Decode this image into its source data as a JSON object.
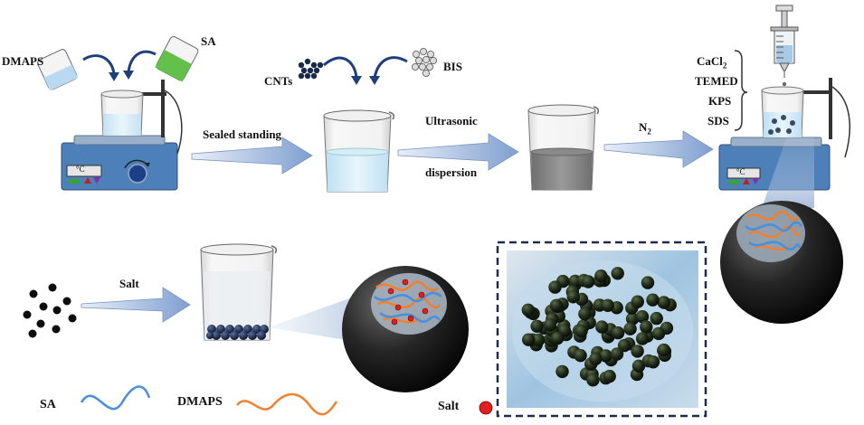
{
  "labels": {
    "dmaps": "DMAPS",
    "sa": "SA",
    "cnts": "CNTs",
    "bis": "BIS",
    "sealed_standing": "Sealed standing",
    "ultrasonic": "Ultrasonic",
    "dispersion": "dispersion",
    "n2_base": "N",
    "n2_sub": "2",
    "cacl2_base": "CaCl",
    "cacl2_sub": "2",
    "temed": "TEMED",
    "kps": "KPS",
    "sds": "SDS",
    "salt_arrow": "Salt",
    "hotplate_display": "°C"
  },
  "legend": {
    "sa": "SA",
    "dmaps": "DMAPS",
    "salt": "Salt"
  },
  "colors": {
    "sa_line": "#4a90d9",
    "dmaps_line": "#f08030",
    "salt_dot": "#e02020",
    "arrow_fill": "#9fb6dc",
    "hotplate_blue": "#3d6fa8",
    "dashed_frame": "#1f2d4a"
  }
}
